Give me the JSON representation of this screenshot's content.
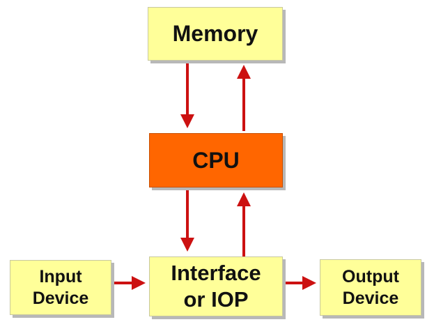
{
  "diagram": {
    "nodes": {
      "memory": {
        "label": "Memory"
      },
      "cpu": {
        "label": "CPU"
      },
      "interface": {
        "label": "Interface\nor IOP"
      },
      "input": {
        "label": "Input\nDevice"
      },
      "output": {
        "label": "Output\nDevice"
      }
    },
    "edges": [
      {
        "from": "memory",
        "to": "cpu"
      },
      {
        "from": "cpu",
        "to": "memory"
      },
      {
        "from": "cpu",
        "to": "interface"
      },
      {
        "from": "interface",
        "to": "cpu"
      },
      {
        "from": "input",
        "to": "interface"
      },
      {
        "from": "interface",
        "to": "output"
      }
    ],
    "colors": {
      "box_fill": "#ffff99",
      "cpu_fill": "#ff6600",
      "arrow": "#cc1111",
      "shadow": "#b8b8b8"
    }
  }
}
